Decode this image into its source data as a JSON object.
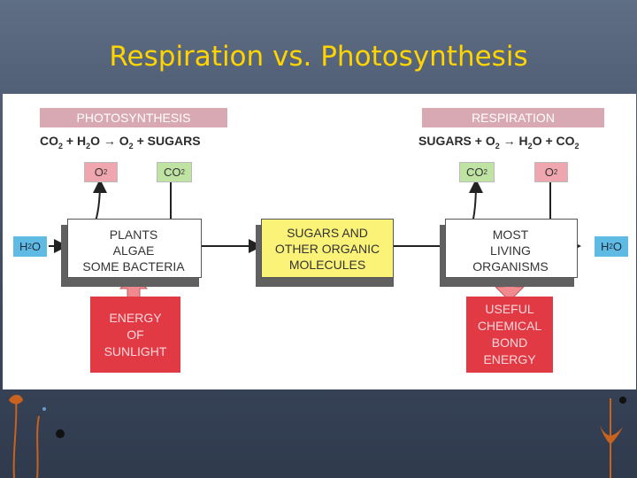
{
  "slide": {
    "title": "Respiration vs. Photosynthesis"
  },
  "photosynthesis": {
    "header": "PHOTOSYNTHESIS",
    "equation": {
      "t1": "CO",
      "s1": "2",
      "t2": " + H",
      "s2": "2",
      "t3": "O",
      "arrow": "→",
      "t4": "O",
      "s3": "2",
      "t5": " + SUGARS"
    },
    "o2_tag": {
      "t": "O",
      "s": "2"
    },
    "co2_tag": {
      "t": "CO",
      "s": "2"
    },
    "water_in": {
      "t": "H",
      "s": "2",
      "t2": "O"
    },
    "organisms": [
      "PLANTS",
      "ALGAE",
      "SOME BACTERIA"
    ],
    "energy": [
      "ENERGY",
      "OF",
      "SUNLIGHT"
    ]
  },
  "middle": {
    "lines": [
      "SUGARS AND",
      "OTHER ORGANIC",
      "MOLECULES"
    ]
  },
  "respiration": {
    "header": "RESPIRATION",
    "equation": {
      "t1": "SUGARS + O",
      "s1": "2",
      "arrow": "→",
      "t2": "H",
      "s2": "2",
      "t3": "O + CO",
      "s3": "2"
    },
    "co2_tag": {
      "t": "CO",
      "s": "2"
    },
    "o2_tag": {
      "t": "O",
      "s": "2"
    },
    "water_out": {
      "t": "H",
      "s": "2",
      "t2": "O"
    },
    "organisms": [
      "MOST",
      "LIVING",
      "ORGANISMS"
    ],
    "energy": [
      "USEFUL",
      "CHEMICAL",
      "BOND",
      "ENERGY"
    ]
  },
  "colors": {
    "title": "#ffd400",
    "header_bg": "#d9a9b3",
    "o2_bg": "#f0a6ae",
    "co2_bg": "#bfe3a2",
    "water_bg": "#5fbbe3",
    "sugar_bg": "#fbf278",
    "energy_bg": "#e23a45",
    "arrow_pink": "#f08a8f"
  }
}
